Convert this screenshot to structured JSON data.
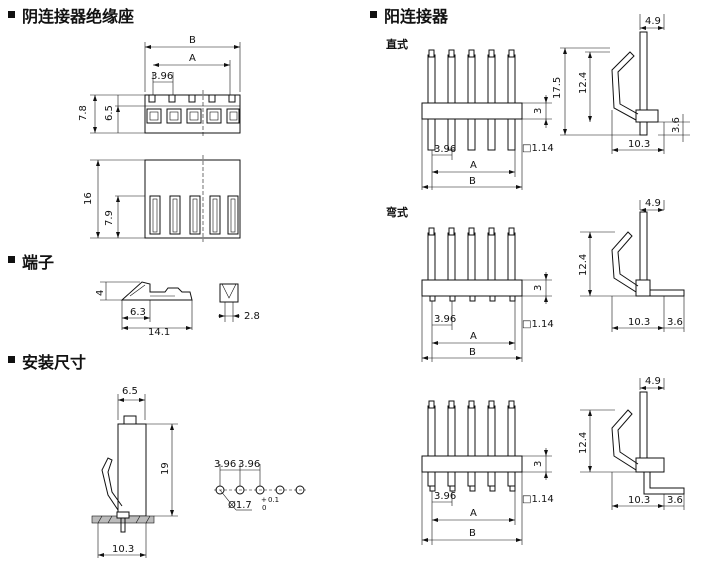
{
  "sections": {
    "female_housing": "阴连接器绝缘座",
    "terminal": "端子",
    "mounting": "安装尺寸",
    "male_connector": "阳连接器"
  },
  "variants": {
    "straight": "直式",
    "bent": "弯式"
  },
  "dims": {
    "B": "B",
    "A": "A",
    "pitch": "3.96",
    "h78": "7.8",
    "h65": "6.5",
    "h16": "16",
    "h79": "7.9",
    "t4": "4",
    "t63": "6.3",
    "t141": "14.1",
    "t28": "2.8",
    "m65": "6.5",
    "m19": "19",
    "m103": "10.3",
    "hole": "Ø1.7",
    "hole_tol": "0.1",
    "hole_tol_sign": "+",
    "hole_tol_low": "0",
    "p3": "3",
    "pin": "□1.14",
    "s175": "17.5",
    "s124": "12.4",
    "s49": "4.9",
    "s36": "3.6",
    "s103": "10.3"
  }
}
